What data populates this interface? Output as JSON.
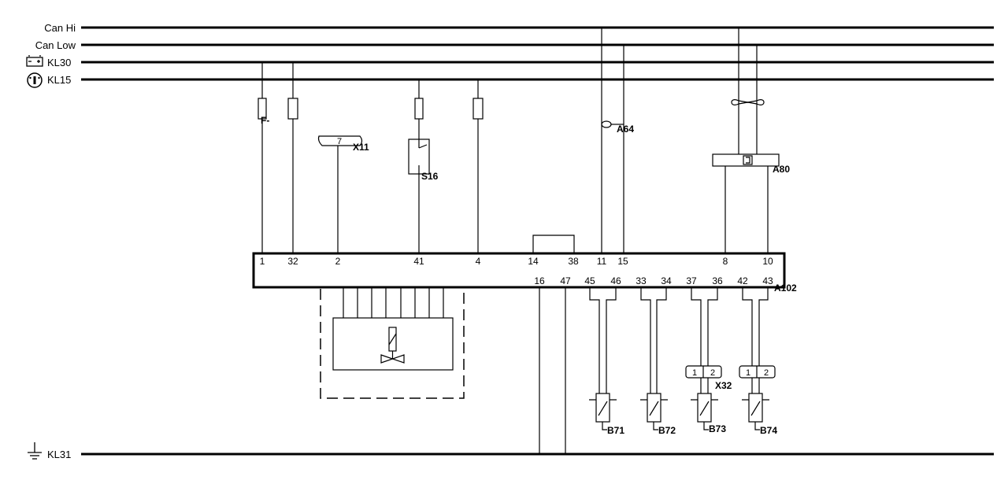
{
  "rails": {
    "can_hi": "Can Hi",
    "can_low": "Can Low",
    "kl30": "KL30",
    "kl15": "KL15",
    "kl31": "KL31"
  },
  "components": {
    "fuse_f": "F-",
    "x11": "X11",
    "x11_pin": "7",
    "s16": "S16",
    "a64": "A64",
    "a80": "A80",
    "a102": "A102",
    "x32": "X32",
    "x32_pin_1a": "1",
    "x32_pin_2a": "2",
    "x32_pin_1b": "1",
    "x32_pin_2b": "2",
    "b71": "B71",
    "b72": "B72",
    "b73": "B73",
    "b74": "B74"
  },
  "pins_top": [
    "1",
    "32",
    "2",
    "41",
    "4",
    "14",
    "38",
    "11",
    "15",
    "8",
    "10"
  ],
  "pins_bottom": [
    "16",
    "47",
    "45",
    "46",
    "33",
    "34",
    "37",
    "36",
    "42",
    "43"
  ]
}
